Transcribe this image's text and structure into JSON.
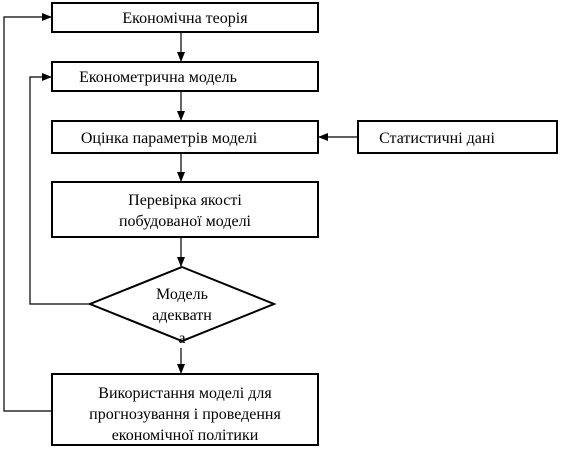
{
  "diagram": {
    "nodes": {
      "economic_theory": {
        "lines": [
          "Економічна теорія"
        ]
      },
      "econometric_model": {
        "lines": [
          "Економетрична модель"
        ]
      },
      "parameter_estimation": {
        "lines": [
          "Оцінка параметрів моделі"
        ]
      },
      "statistical_data": {
        "lines": [
          "Статистичні дані"
        ]
      },
      "quality_check": {
        "lines": [
          "Перевірка якості",
          "побудованої моделі"
        ]
      },
      "model_adequate": {
        "lines": [
          "Модель",
          "адекватн",
          "а"
        ]
      },
      "model_usage": {
        "lines": [
          "Використання моделі для",
          "прогнозування і проведення",
          "економічної політики"
        ]
      }
    },
    "colors": {
      "stroke": "#000000",
      "fill": "#ffffff",
      "text": "#000000"
    }
  }
}
